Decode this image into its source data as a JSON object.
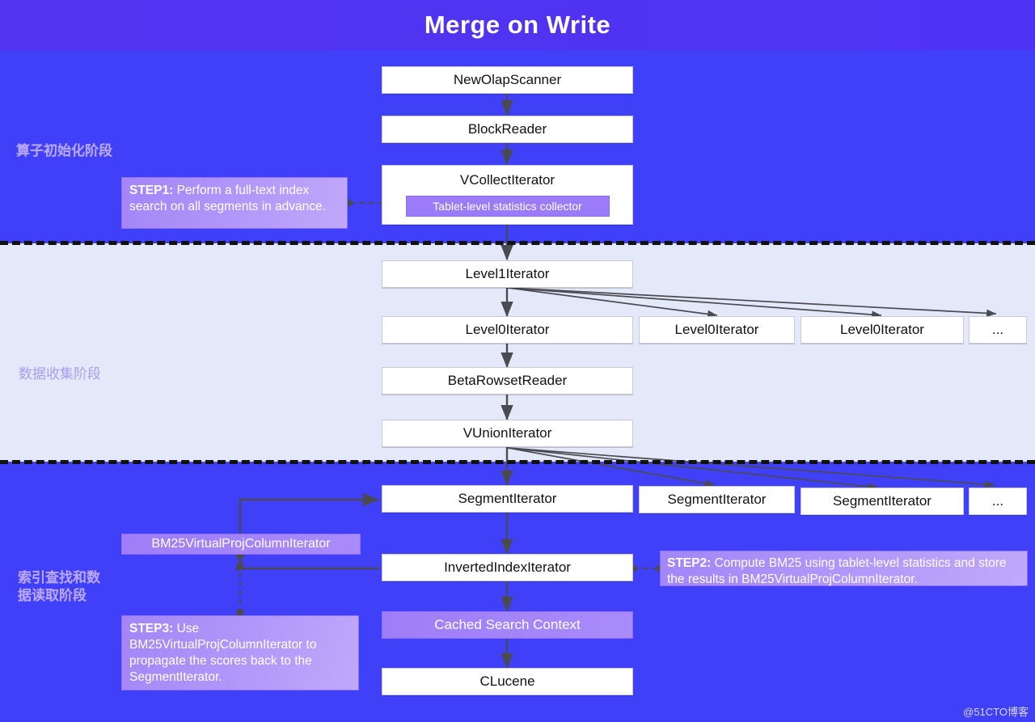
{
  "title": "Merge on Write",
  "phases": [
    {
      "id": "init",
      "label": "算子初始化阶段"
    },
    {
      "id": "collect",
      "label": "数据收集阶段"
    },
    {
      "id": "read",
      "label": "索引查找和数\n据读取阶段"
    }
  ],
  "nodes": {
    "new_olap_scanner": "NewOlapScanner",
    "block_reader": "BlockReader",
    "vcollect_iterator": "VCollectIterator",
    "tablet_stats_chip": "Tablet-level statistics collector",
    "level1_iterator": "Level1Iterator",
    "level0_iterator_main": "Level0Iterator",
    "level0_iterator_2": "Level0Iterator",
    "level0_iterator_3": "Level0Iterator",
    "level0_ellipsis": "...",
    "beta_rowset_reader": "BetaRowsetReader",
    "vunion_iterator": "VUnionIterator",
    "segment_iterator_main": "SegmentIterator",
    "segment_iterator_2": "SegmentIterator",
    "segment_iterator_3": "SegmentIterator",
    "segment_ellipsis": "...",
    "inverted_index_iterator": "InvertedIndexIterator",
    "cached_search_context": "Cached Search Context",
    "clucene": "CLucene",
    "bm25_virtual_proj": "BM25VirtualProjColumnIterator"
  },
  "notes": {
    "step1": {
      "label": "STEP1:",
      "text": " Perform a full-text index search on all segments in advance."
    },
    "step2": {
      "label": "STEP2:",
      "text": " Compute BM25 using tablet-level statistics and store the results in BM25VirtualProjColumnIterator."
    },
    "step3": {
      "label": "STEP3:",
      "text": " Use BM25VirtualProjColumnIterator to propagate the scores back to the SegmentIterator."
    }
  },
  "watermark": "@51CTO博客",
  "colors": {
    "title_bar": "#5233f0",
    "band_blue": "#4040f8",
    "band_light": "#e4e9fa",
    "purple_accent": "#9b7bf7",
    "note_purple": "#b49af9",
    "node_white": "#ffffff",
    "wire": "#4a4a52",
    "phase_label": "#b9a8fb"
  }
}
